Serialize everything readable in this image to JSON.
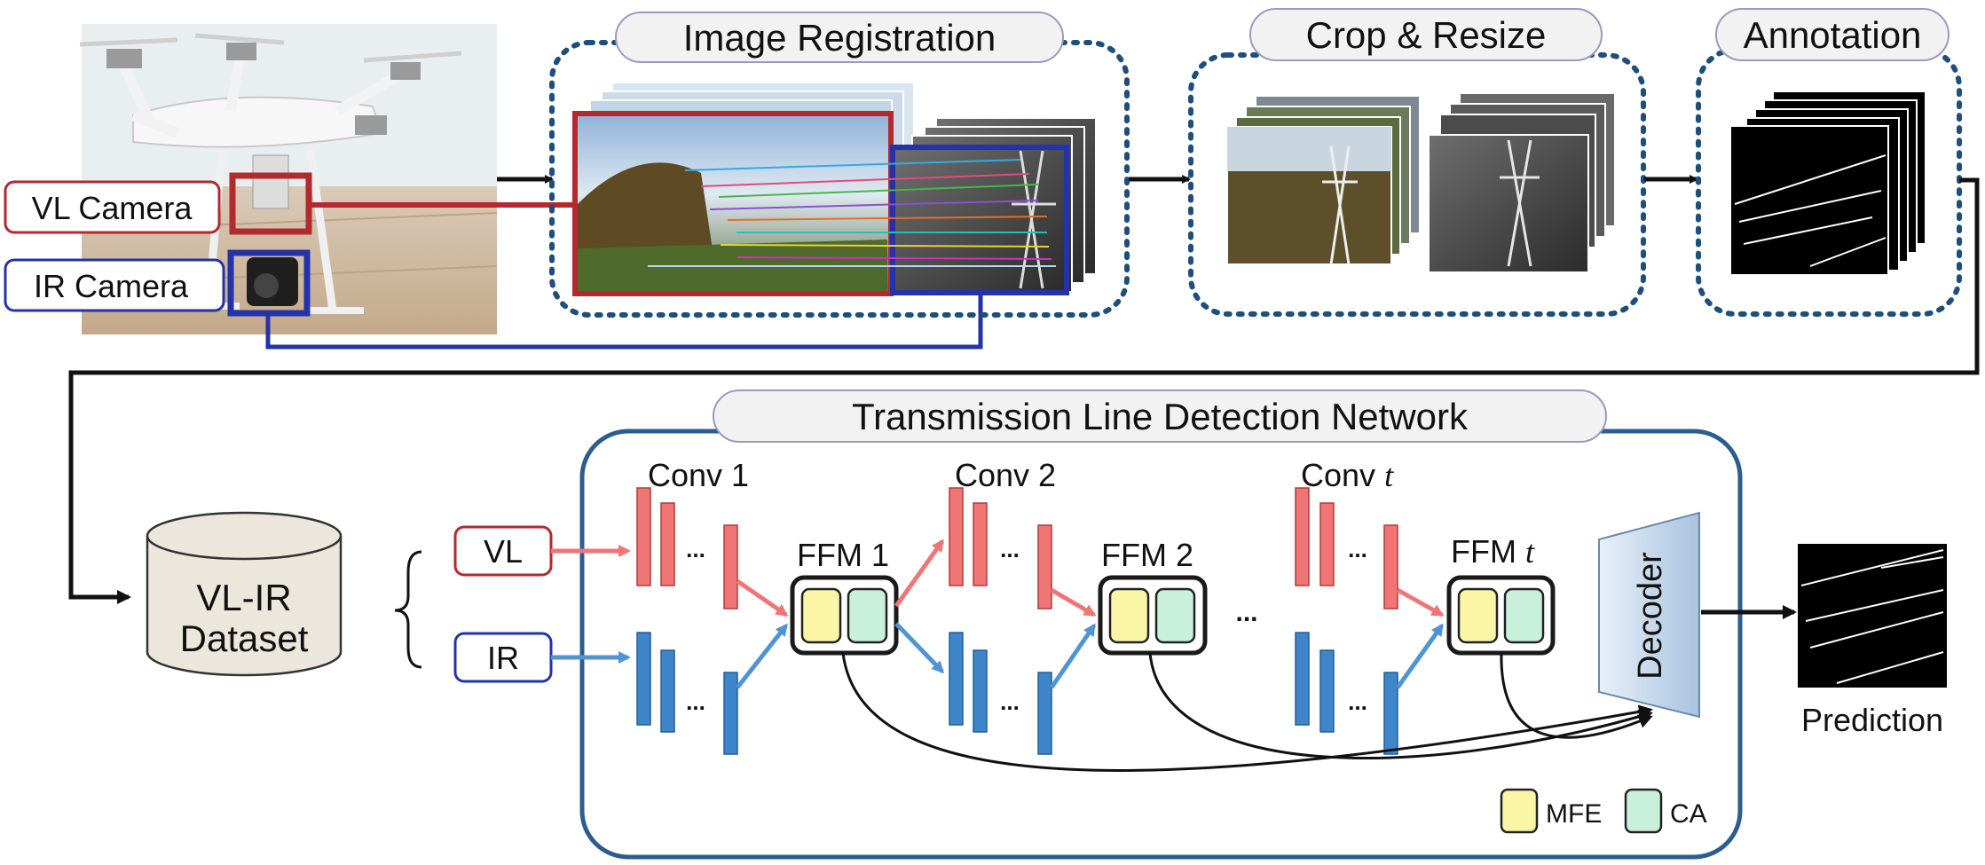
{
  "stages": {
    "registration": "Image Registration",
    "crop": "Crop & Resize",
    "annotation": "Annotation"
  },
  "cameras": {
    "vl": "VL Camera",
    "ir": "IR Camera"
  },
  "dataset": {
    "line1": "VL-IR",
    "line2": "Dataset"
  },
  "inputs": {
    "vl": "VL",
    "ir": "IR"
  },
  "network": {
    "title": "Transmission Line Detection Network",
    "conv1": "Conv 1",
    "conv2": "Conv 2",
    "convt_prefix": "Conv",
    "ffm1": "FFM 1",
    "ffm2": "FFM 2",
    "ffmt_prefix": "FFM",
    "t_symbol": "t",
    "ellipsis": "...",
    "decoder": "Decoder",
    "legend": {
      "mfe": "MFE",
      "ca": "CA"
    }
  },
  "output": {
    "prediction": "Prediction"
  },
  "colors": {
    "vl": "#f07575",
    "ir": "#3e85c9",
    "vl_border": "#b22a2e",
    "ir_border": "#2433a8",
    "mfe": "#fbf6a6",
    "ca": "#c9f0da",
    "stage_border": "#1e4e7c",
    "network_border": "#2b5d8f"
  }
}
